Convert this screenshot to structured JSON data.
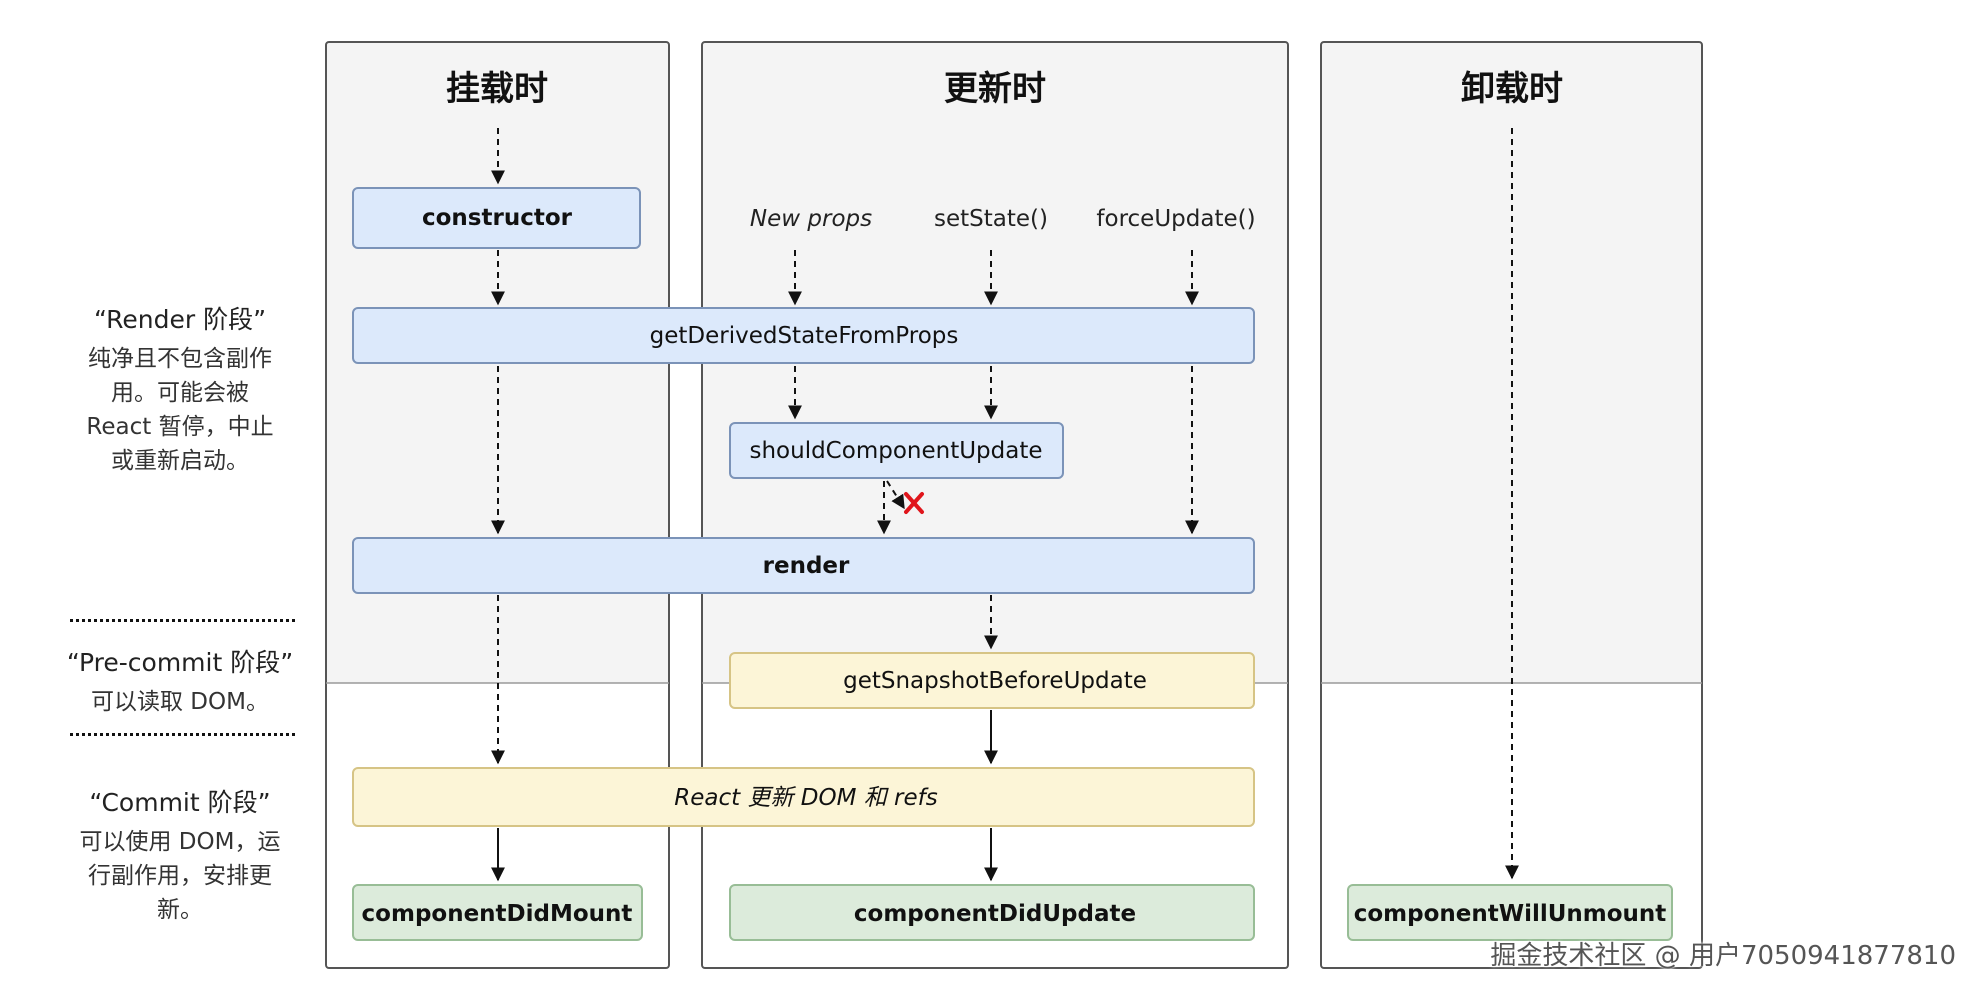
{
  "columns": {
    "mount": {
      "title": "挂载时"
    },
    "update": {
      "title": "更新时"
    },
    "unmount": {
      "title": "卸载时"
    }
  },
  "triggers": {
    "new_props": "New props",
    "set_state": "setState()",
    "force_update": "forceUpdate()"
  },
  "methods": {
    "constructor": "constructor",
    "get_derived": "getDerivedStateFromProps",
    "should_update": "shouldComponentUpdate",
    "render": "render",
    "snapshot": "getSnapshotBeforeUpdate",
    "react_updates": "React 更新 DOM 和 refs",
    "did_mount": "componentDidMount",
    "did_update": "componentDidUpdate",
    "will_unmount": "componentWillUnmount"
  },
  "phases": {
    "render": {
      "title": "“Render 阶段”",
      "desc": [
        "纯净且不包含副作",
        "用。可能会被",
        "React 暂停，中止",
        "或重新启动。"
      ]
    },
    "precommit": {
      "title": "“Pre-commit 阶段”",
      "desc": [
        "可以读取 DOM。"
      ]
    },
    "commit": {
      "title": "“Commit 阶段”",
      "desc": [
        "可以使用 DOM，运",
        "行副作用，安排更",
        "新。"
      ]
    }
  },
  "watermark": "掘金技术社区 @ 用户7050941877810",
  "colors": {
    "blue_fill": "#dce9fb",
    "blue_stroke": "#7b93b8",
    "yellow_fill": "#fcf5d7",
    "yellow_stroke": "#d6c485",
    "green_fill": "#dcebdb",
    "green_stroke": "#98bd96",
    "panel_fill": "#f4f4f4",
    "panel_stroke": "#555555",
    "cross": "#e0151b"
  }
}
